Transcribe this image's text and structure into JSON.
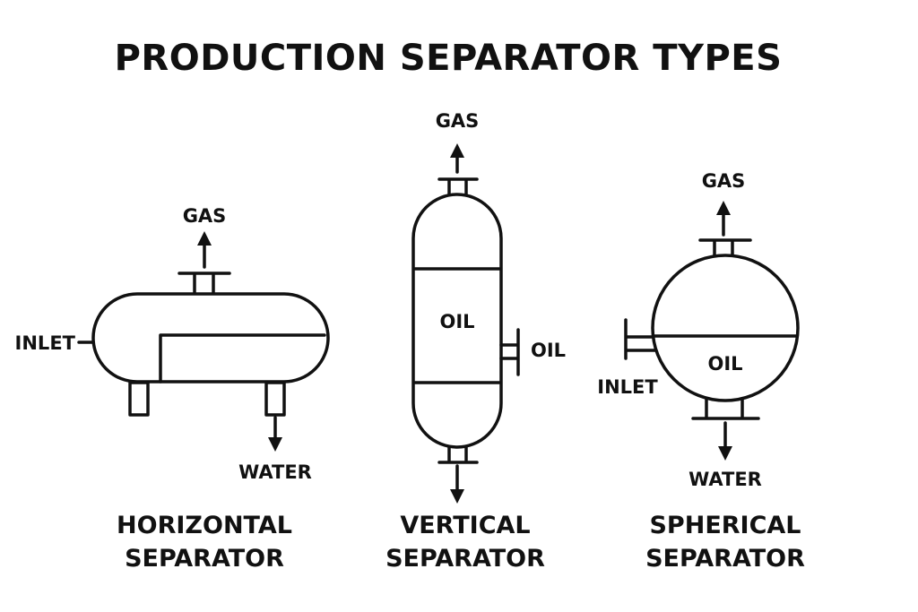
{
  "title": "PRODUCTION SEPARATOR TYPES",
  "horizontal": {
    "gas": "GAS",
    "inlet": "INLET",
    "water": "WATER",
    "caption_line1": "HORIZONTAL",
    "caption_line2": "SEPARATOR"
  },
  "vertical": {
    "gas": "GAS",
    "oil_inside": "OIL",
    "oil_outlet": "OIL",
    "caption_line1": "VERTICAL",
    "caption_line2": "SEPARATOR"
  },
  "spherical": {
    "gas": "GAS",
    "inlet": "INLET",
    "oil": "OIL",
    "water": "WATER",
    "caption_line1": "SPHERICAL",
    "caption_line2": "SEPARATOR"
  },
  "colors": {
    "ink": "#111111",
    "background": "#ffffff"
  }
}
